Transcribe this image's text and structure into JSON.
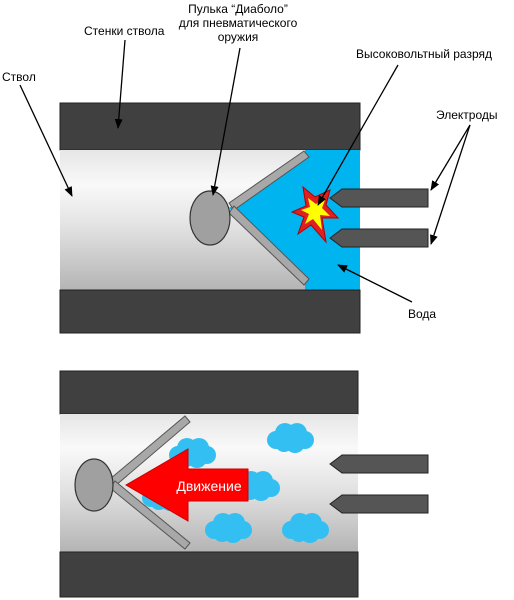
{
  "labels": {
    "walls": "Стенки ствола",
    "pellet_line1": "Пулька “Диаболо”",
    "pellet_line2": "для пневматического",
    "pellet_line3": "оружия",
    "barrel": "Ствол",
    "discharge": "Высоковольтный разряд",
    "electrodes": "Электроды",
    "water": "Вода",
    "motion": "Движение"
  },
  "colors": {
    "wall": "#404040",
    "water": "#00b4f0",
    "cloud": "#33bff2",
    "arrow": "#ff0000",
    "electrode": "#555555",
    "pellet": "#a0a0a0",
    "spark_outer": "#e02020",
    "spark_inner": "#ffff00"
  }
}
